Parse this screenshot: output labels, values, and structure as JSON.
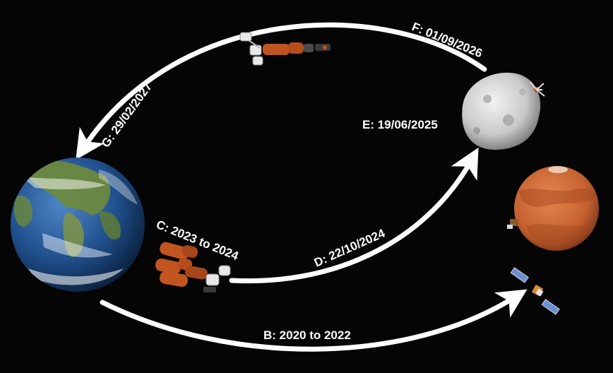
{
  "diagram": {
    "labels": {
      "b": "B: 2020 to 2022",
      "c": "C: 2023 to 2024",
      "d": "D: 22/10/2024",
      "e": "E: 19/06/2025",
      "f": "F: 01/09/2026",
      "g": "G: 29/02/2027"
    },
    "bodies": [
      {
        "name": "Earth",
        "icon": "earth-icon"
      },
      {
        "name": "Asteroid",
        "icon": "asteroid-icon"
      },
      {
        "name": "Mars",
        "icon": "mars-icon"
      }
    ],
    "spacecraft": [
      {
        "icon": "return-spacecraft-icon"
      },
      {
        "icon": "assembled-spacecraft-icon"
      },
      {
        "icon": "probe-satellite-icon"
      },
      {
        "icon": "asteroid-lander-icon"
      }
    ],
    "colors": {
      "background": "#050505",
      "arrows": "#ffffff",
      "labels": "#ffffff",
      "earth_ocean": "#1f4f8c",
      "mars": "#c9683a",
      "asteroid": "#d8d8d8",
      "spacecraft_body": "#c2541f"
    }
  }
}
